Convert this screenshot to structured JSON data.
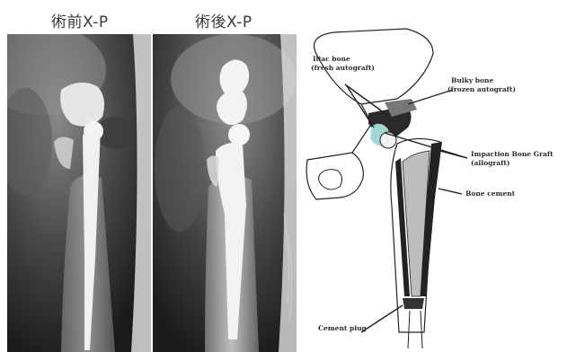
{
  "captions": {
    "preop": "術前X-P",
    "postop": "術後X-P"
  },
  "diagram": {
    "labels": {
      "iliac_line1": "Iliac bone",
      "iliac_line2": "(fresh autograft)",
      "bulky_line1": "Bulky bone",
      "bulky_line2": "(frozen autograft)",
      "impaction_line1": "Impaction Bone Graft",
      "impaction_line2": "(allograft)",
      "cement": "Bone cement",
      "plug": "Cement plug"
    }
  },
  "colors": {
    "graft_fill": "#9fd6d8",
    "cement_fill": "#2a2a2a",
    "xray_dark": "#1e1e1e",
    "xray_bright": "#f4f4f4"
  }
}
